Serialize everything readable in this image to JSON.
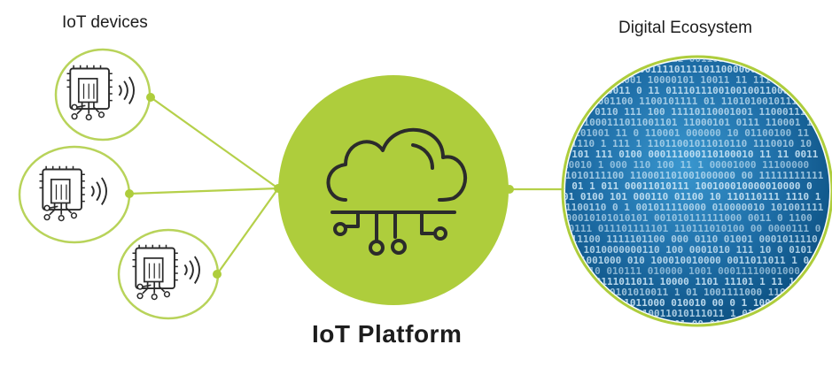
{
  "labels": {
    "devices_title": "IoT devices",
    "ecosystem_title": "Digital Ecosystem",
    "platform_title": "IoT Platform"
  },
  "nodes": [
    {
      "id": "iot-device-1",
      "kind": "device"
    },
    {
      "id": "iot-device-2",
      "kind": "device"
    },
    {
      "id": "iot-device-3",
      "kind": "device"
    },
    {
      "id": "iot-platform",
      "kind": "platform",
      "icon": "cloud-network-icon"
    },
    {
      "id": "digital-ecosystem",
      "kind": "ecosystem",
      "icon": "binary-data-globe"
    }
  ],
  "edges": [
    {
      "from": "iot-device-1",
      "to": "iot-platform"
    },
    {
      "from": "iot-device-2",
      "to": "iot-platform"
    },
    {
      "from": "iot-device-3",
      "to": "iot-platform"
    },
    {
      "from": "iot-platform",
      "to": "digital-ecosystem"
    }
  ],
  "colors": {
    "green": "#aecd3c",
    "green_line": "#b5d04a",
    "device_ring": "#b8d35a",
    "icon_stroke": "#2b2b2b",
    "globe_dark": "#0c5688",
    "globe_light": "#2f8cc4",
    "binary_digit": "#cfe8f7"
  }
}
